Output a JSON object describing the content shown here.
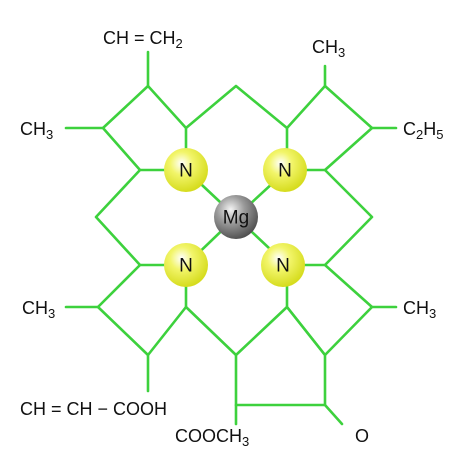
{
  "molecule": {
    "metal": {
      "symbol": "Mg",
      "color": "#8a8a8a"
    },
    "nitrogen": {
      "symbol": "N",
      "color": "#e8ee3a"
    },
    "bond_color": "#3dd13d",
    "substituents": {
      "top_left": {
        "text": "CH = CH",
        "sub": "2"
      },
      "top_right": {
        "text": "CH",
        "sub": "3"
      },
      "left_upper": {
        "text": "CH",
        "sub": "3"
      },
      "right_upper": {
        "c": "C",
        "sub1": "2",
        "h": "H",
        "sub2": "5"
      },
      "left_lower": {
        "text": "CH",
        "sub": "3"
      },
      "right_lower": {
        "text": "CH",
        "sub": "3"
      },
      "bottom_left": {
        "text": "CH = CH − COOH"
      },
      "bottom_ester": {
        "text": "COOCH",
        "sub": "3"
      },
      "bottom_ketone": {
        "text": "O"
      }
    }
  }
}
